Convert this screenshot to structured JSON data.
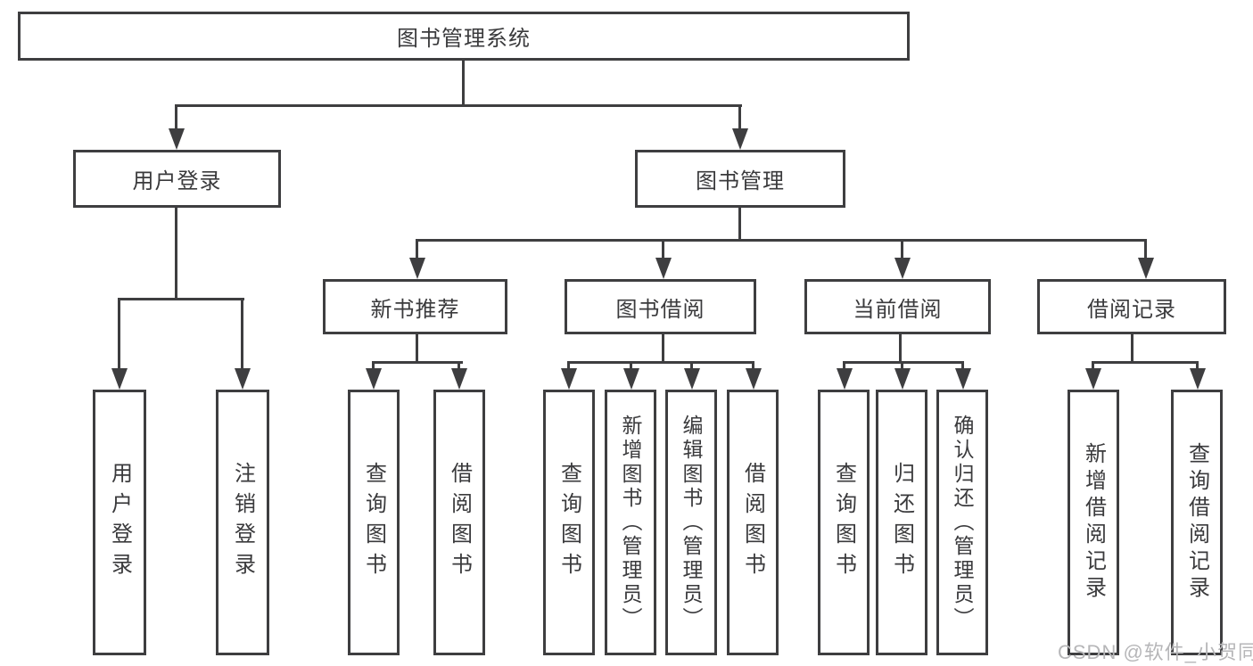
{
  "diagram": {
    "root": {
      "label": "图书管理系统"
    },
    "branches": [
      {
        "label": "用户登录",
        "children": [
          {
            "label": "用户登录"
          },
          {
            "label": "注销登录"
          }
        ]
      },
      {
        "label": "图书管理",
        "children": [
          {
            "label": "新书推荐",
            "children": [
              {
                "label": "查询图书"
              },
              {
                "label": "借阅图书"
              }
            ]
          },
          {
            "label": "图书借阅",
            "children": [
              {
                "label": "查询图书"
              },
              {
                "label": "新增图书（管理员）"
              },
              {
                "label": "编辑图书（管理员）"
              },
              {
                "label": "借阅图书"
              }
            ]
          },
          {
            "label": "当前借阅",
            "children": [
              {
                "label": "查询图书"
              },
              {
                "label": "归还图书"
              },
              {
                "label": "确认归还（管理员）"
              }
            ]
          },
          {
            "label": "借阅记录",
            "children": [
              {
                "label": "新增借阅记录"
              },
              {
                "label": "查询借阅记录"
              }
            ]
          }
        ]
      }
    ]
  },
  "watermark": {
    "text": "CSDN @软件_小贺同学"
  },
  "colors": {
    "line": "#3e3e40",
    "text": "#3a3a3c",
    "watermark": "#b6b6b8",
    "background": "#ffffff"
  }
}
